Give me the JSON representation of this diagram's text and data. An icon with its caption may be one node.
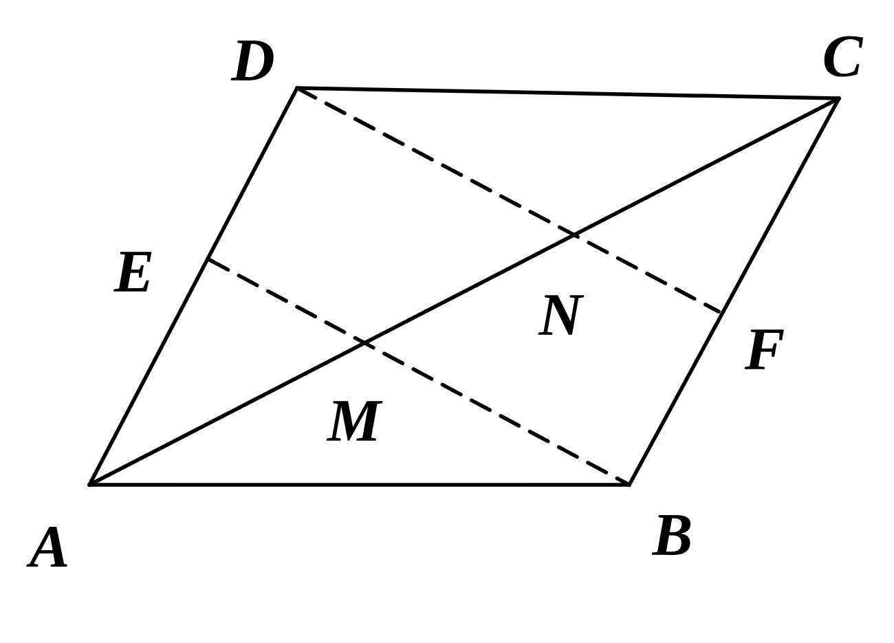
{
  "diagram": {
    "nodes": [
      {
        "text": [
          "D"
        ]
      },
      {
        "text": [
          "C"
        ]
      },
      {
        "text": [
          "E"
        ]
      },
      {
        "text": [
          "F"
        ]
      },
      {
        "text": [
          "A"
        ]
      },
      {
        "text": [
          "B"
        ]
      }
    ],
    "edges": [
      {
        "from": 4,
        "to": 5,
        "arrow": "none"
      },
      {
        "from": 5,
        "to": 1,
        "arrow": "none"
      },
      {
        "from": 1,
        "to": 0,
        "arrow": "none"
      },
      {
        "from": 0,
        "to": 4,
        "arrow": "none"
      },
      {
        "from": 4,
        "to": 1,
        "arrow": "none"
      },
      {
        "from": 0,
        "to": 3,
        "arrow": "none",
        "style": "dashed"
      },
      {
        "from": 2,
        "to": 5,
        "arrow": "none",
        "style": "dashed"
      }
    ],
    "labels": [
      "N",
      "M"
    ]
  }
}
